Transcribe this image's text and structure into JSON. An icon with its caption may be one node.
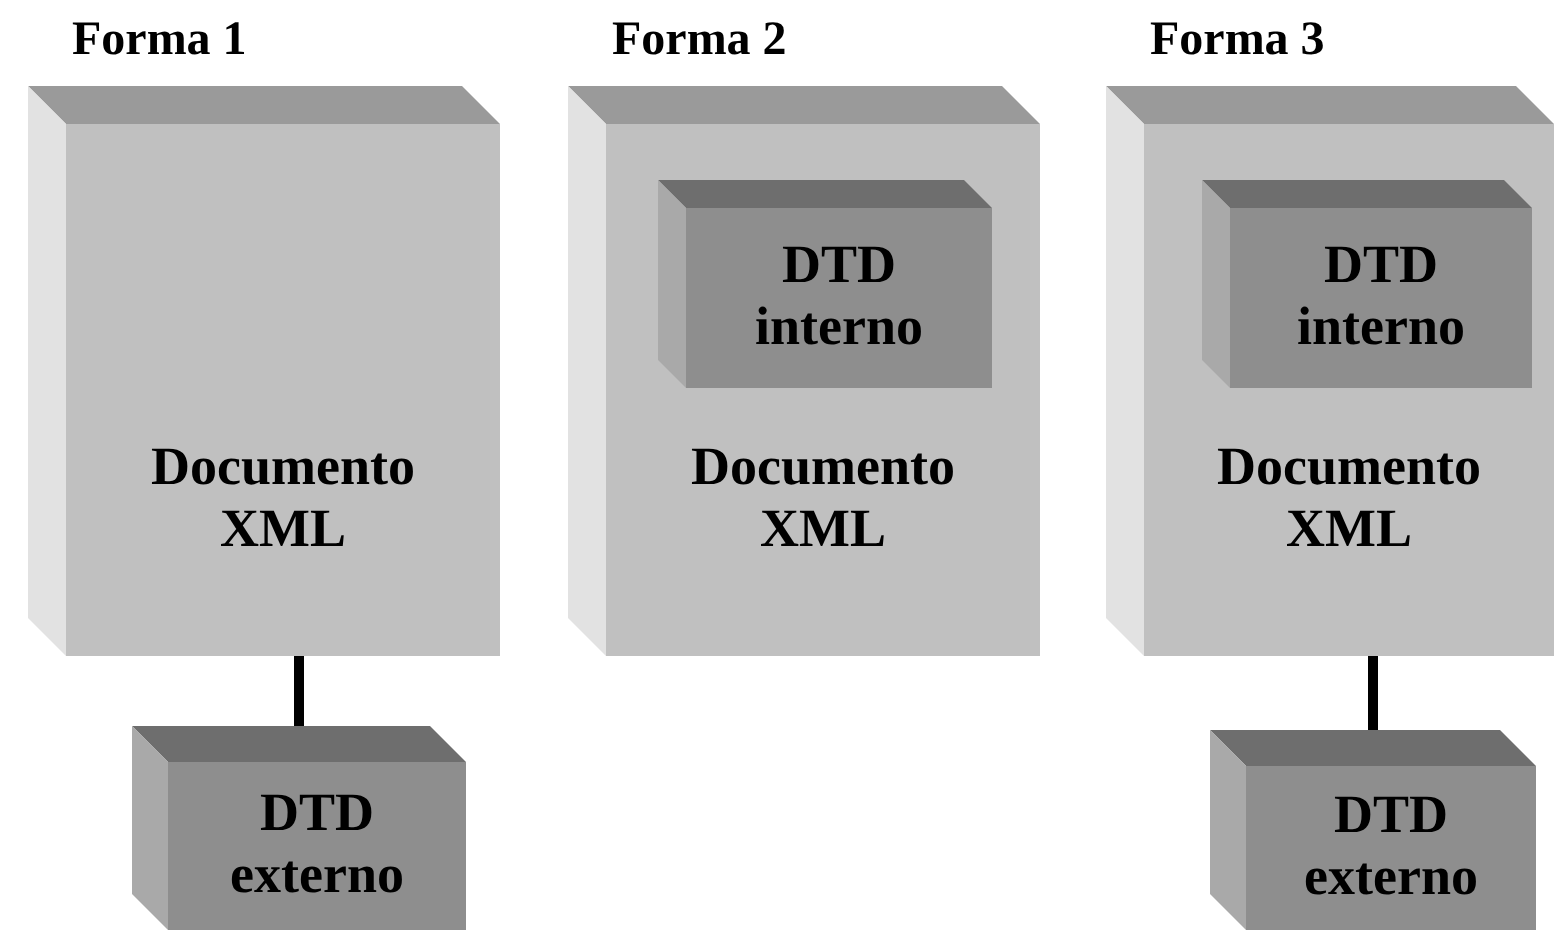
{
  "diagram": {
    "nodes": [
      {
        "text": [
          "Forma 1",
          "Documento XML"
        ]
      },
      {
        "text": [
          "DTD externo"
        ]
      },
      {
        "text": [
          "Forma 2",
          "Documento XML"
        ]
      },
      {
        "text": [
          "DTD interno"
        ],
        "in": 2
      },
      {
        "text": [
          "Forma 3",
          "Documento XML"
        ]
      },
      {
        "text": [
          "DTD interno"
        ],
        "in": 4
      },
      {
        "text": [
          "DTD externo"
        ]
      }
    ],
    "edges": [
      {
        "from": 0,
        "to": 1,
        "arrow": "none"
      },
      {
        "from": 4,
        "to": 6,
        "arrow": "none"
      }
    ]
  }
}
